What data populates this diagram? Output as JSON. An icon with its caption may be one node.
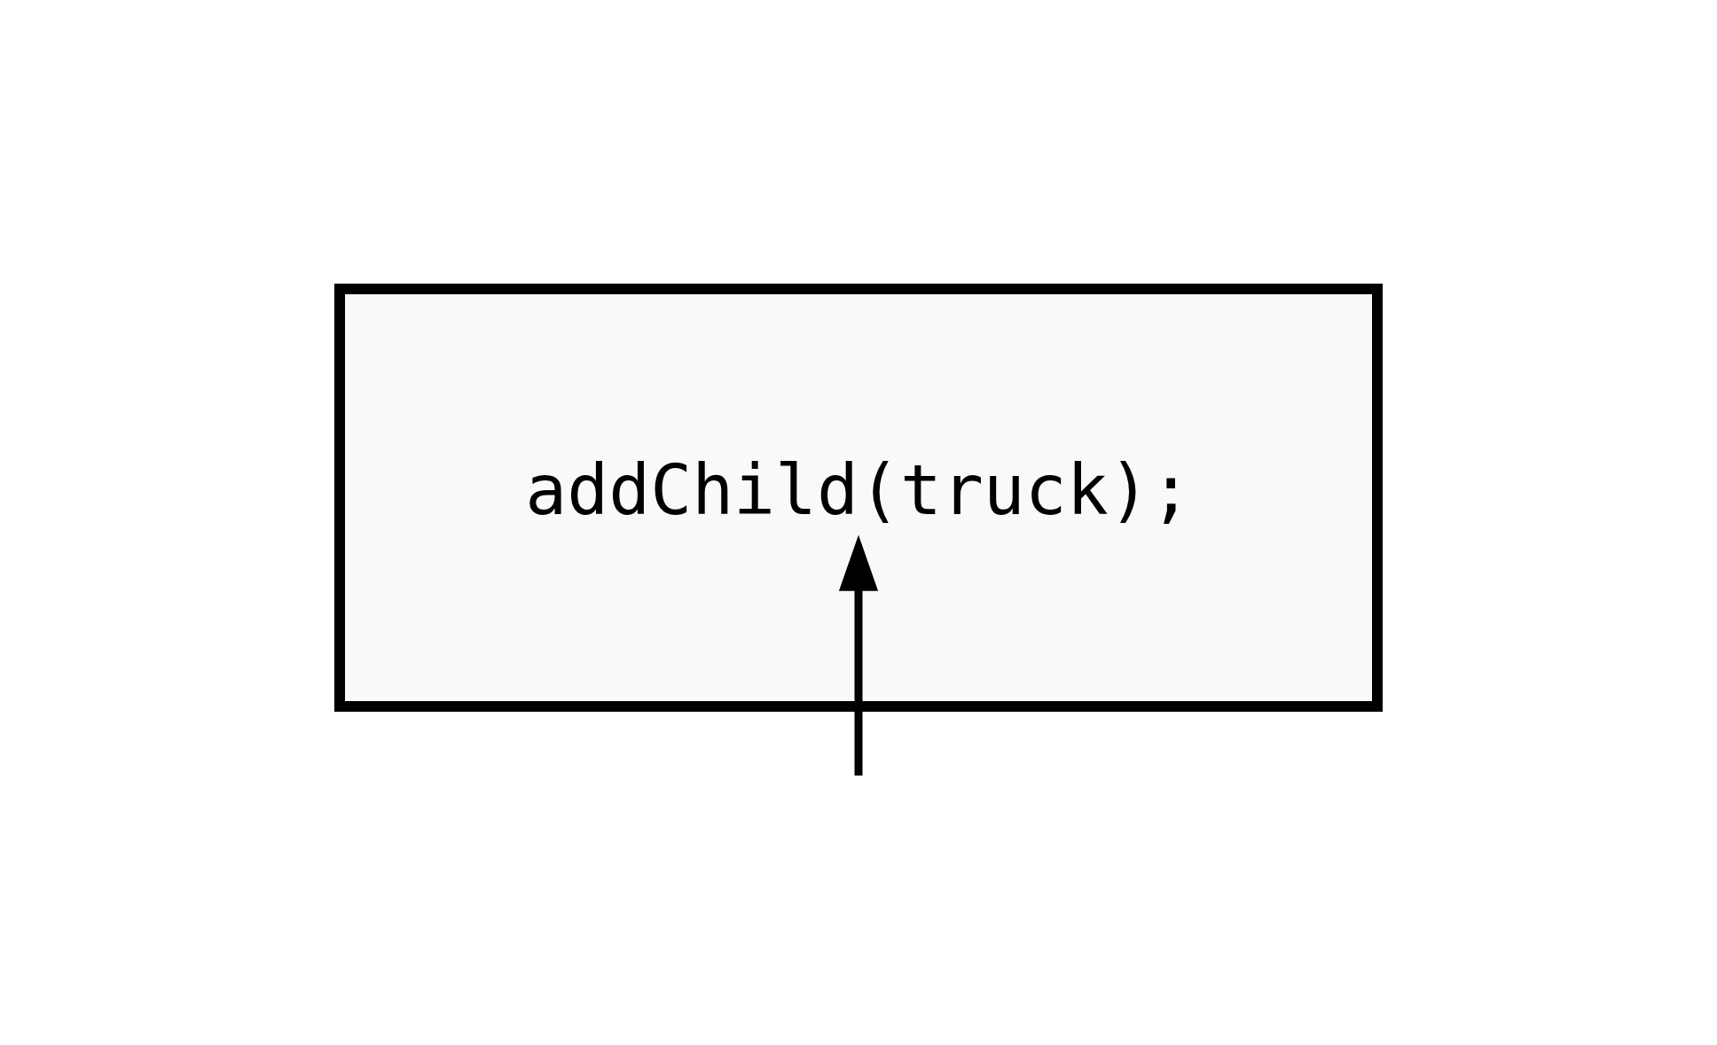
{
  "diagram": {
    "nodes": [
      {
        "text": [],
        "shape": "box"
      },
      {
        "text": [
          "addChild(truck);"
        ],
        "in": 0
      }
    ],
    "edges": [
      {
        "from": null,
        "to": 1,
        "arrow": "to"
      }
    ]
  }
}
